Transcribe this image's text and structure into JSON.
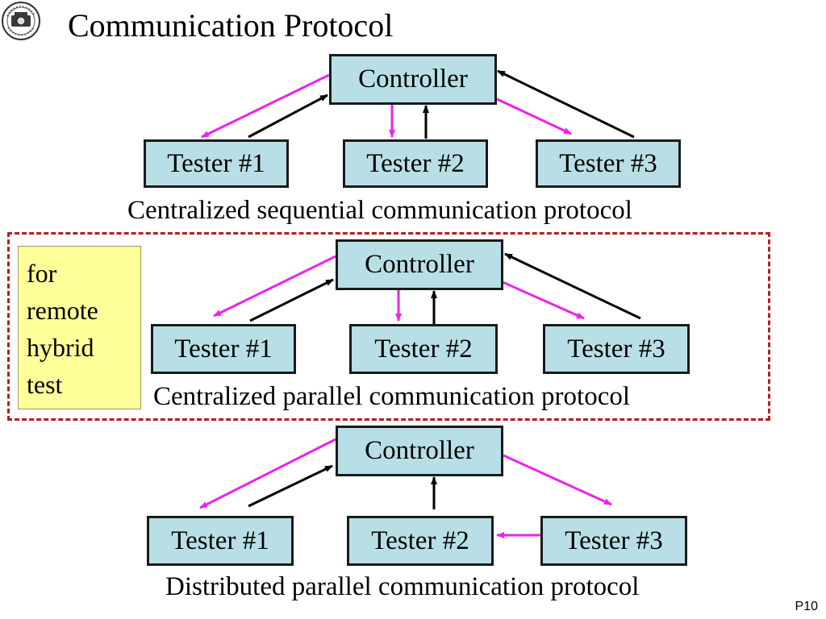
{
  "title": "Communication Protocol",
  "logo": {
    "icon": "university-seal-icon"
  },
  "colors": {
    "box_fill": "#b9dfe6",
    "request_arrow": "#ee22ee",
    "reply_arrow": "#000000",
    "remote_frame": "#b51e1e",
    "note_fill": "#ffff99"
  },
  "node_labels": {
    "controller": "Controller",
    "tester_1": "Tester #1",
    "tester_2": "Tester #2",
    "tester_3": "Tester #3"
  },
  "diagrams": [
    {
      "caption": "Centralized sequential communication protocol",
      "edges": [
        {
          "from": "controller",
          "to": "tester_1",
          "color": "magenta"
        },
        {
          "from": "tester_1",
          "to": "controller",
          "color": "black"
        },
        {
          "from": "controller",
          "to": "tester_2",
          "color": "magenta"
        },
        {
          "from": "tester_2",
          "to": "controller",
          "color": "black"
        },
        {
          "from": "controller",
          "to": "tester_3",
          "color": "magenta"
        },
        {
          "from": "tester_3",
          "to": "controller",
          "color": "black"
        }
      ]
    },
    {
      "caption": "Centralized parallel communication protocol",
      "edges": [
        {
          "from": "controller",
          "to": "tester_1",
          "color": "magenta"
        },
        {
          "from": "tester_1",
          "to": "controller",
          "color": "black"
        },
        {
          "from": "controller",
          "to": "tester_2",
          "color": "magenta"
        },
        {
          "from": "tester_2",
          "to": "controller",
          "color": "black"
        },
        {
          "from": "controller",
          "to": "tester_3",
          "color": "magenta"
        },
        {
          "from": "tester_3",
          "to": "controller",
          "color": "black"
        }
      ]
    },
    {
      "caption": "Distributed parallel communication protocol",
      "edges": [
        {
          "from": "controller",
          "to": "tester_1",
          "color": "magenta"
        },
        {
          "from": "tester_1",
          "to": "controller",
          "color": "black"
        },
        {
          "from": "tester_2",
          "to": "controller",
          "color": "black"
        },
        {
          "from": "controller",
          "to": "tester_3",
          "color": "magenta"
        },
        {
          "from": "tester_3",
          "to": "tester_2",
          "color": "magenta"
        }
      ]
    }
  ],
  "note": {
    "lines": [
      "for",
      "remote",
      "hybrid",
      "test"
    ]
  },
  "page_number": "P10"
}
